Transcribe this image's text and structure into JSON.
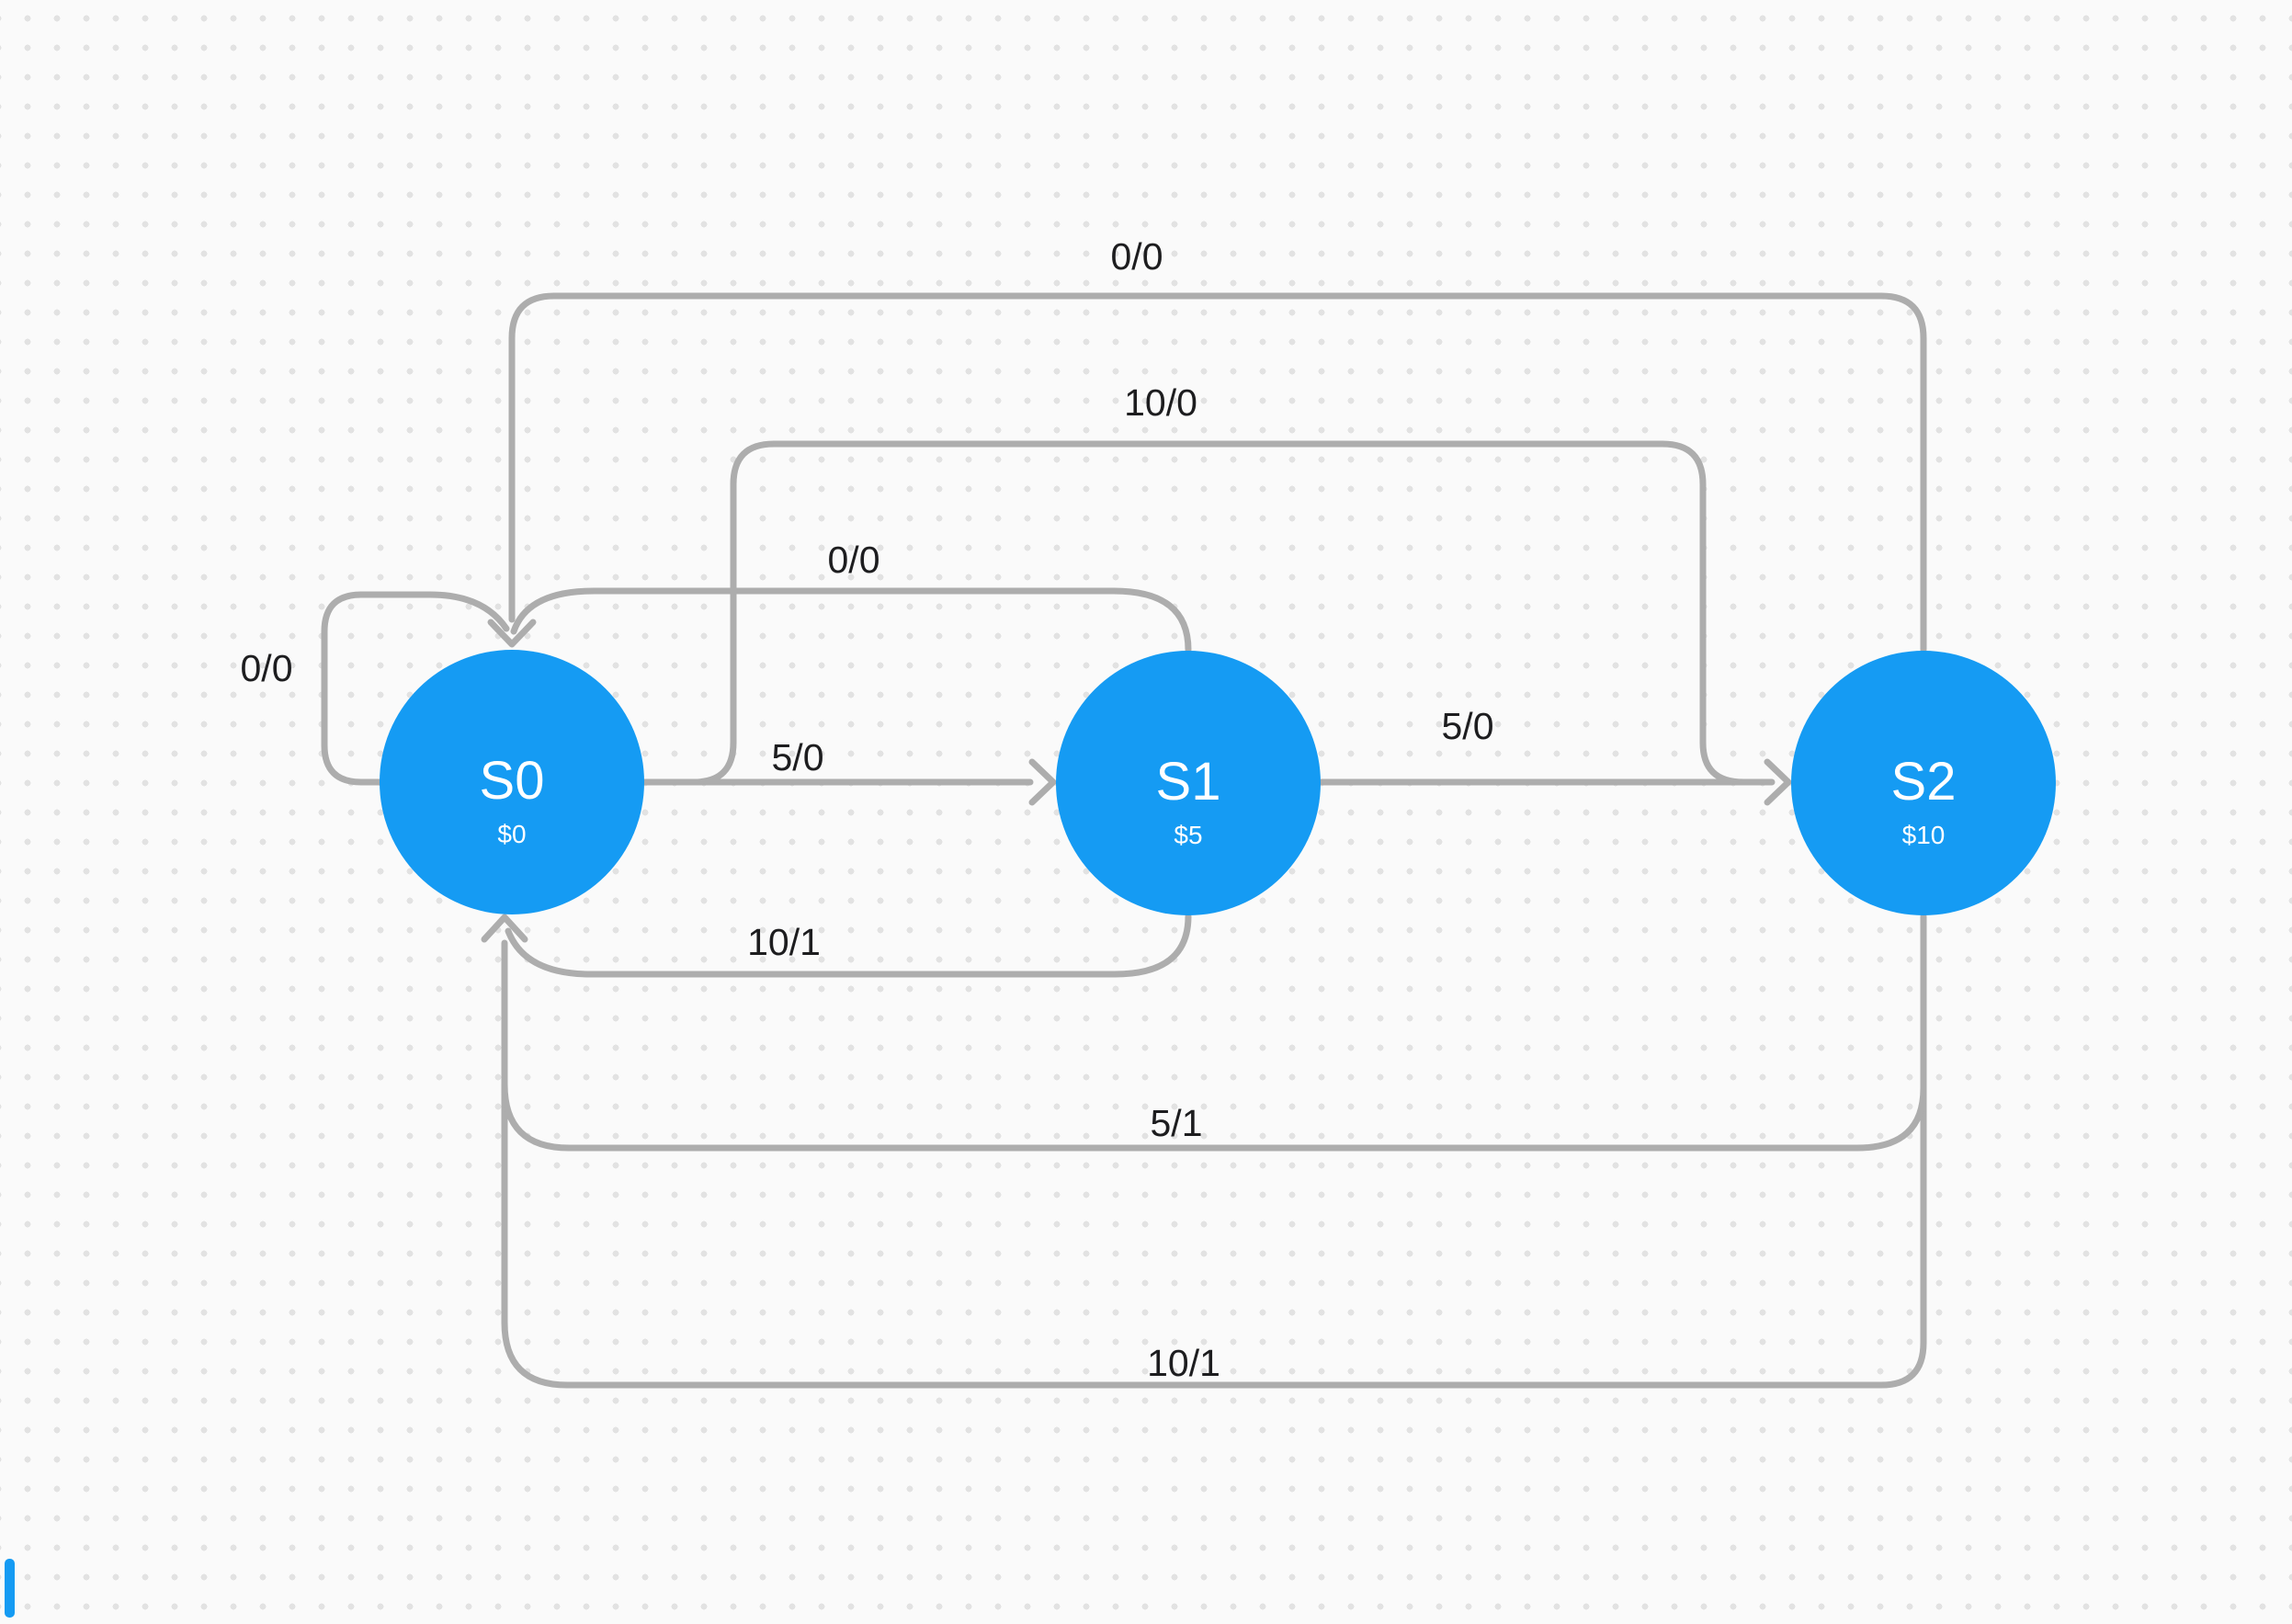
{
  "diagram": {
    "type": "state-machine",
    "colors": {
      "node_fill": "#159bf3",
      "edge_stroke": "#adadad",
      "edge_label": "#1d1d1f",
      "node_text": "#ffffff",
      "background": "#fafafa",
      "dot_grid": "#e2e2e2"
    },
    "states": [
      {
        "name": "S0",
        "label": "S0",
        "value": "$0"
      },
      {
        "name": "S1",
        "label": "S1",
        "value": "$5"
      },
      {
        "name": "S2",
        "label": "S2",
        "value": "$10"
      }
    ],
    "transitions": [
      {
        "from": "S2",
        "to": "S0",
        "label": "0/0"
      },
      {
        "from": "S0",
        "to": "S2",
        "label": "10/0"
      },
      {
        "from": "S1",
        "to": "S0",
        "label": "0/0"
      },
      {
        "from": "S0",
        "to": "S0",
        "label": "0/0"
      },
      {
        "from": "S0",
        "to": "S1",
        "label": "5/0"
      },
      {
        "from": "S1",
        "to": "S2",
        "label": "5/0"
      },
      {
        "from": "S1",
        "to": "S0",
        "label": "10/1"
      },
      {
        "from": "S2",
        "to": "S0",
        "label": "5/1"
      },
      {
        "from": "S2",
        "to": "S0",
        "label": "10/1"
      }
    ]
  }
}
